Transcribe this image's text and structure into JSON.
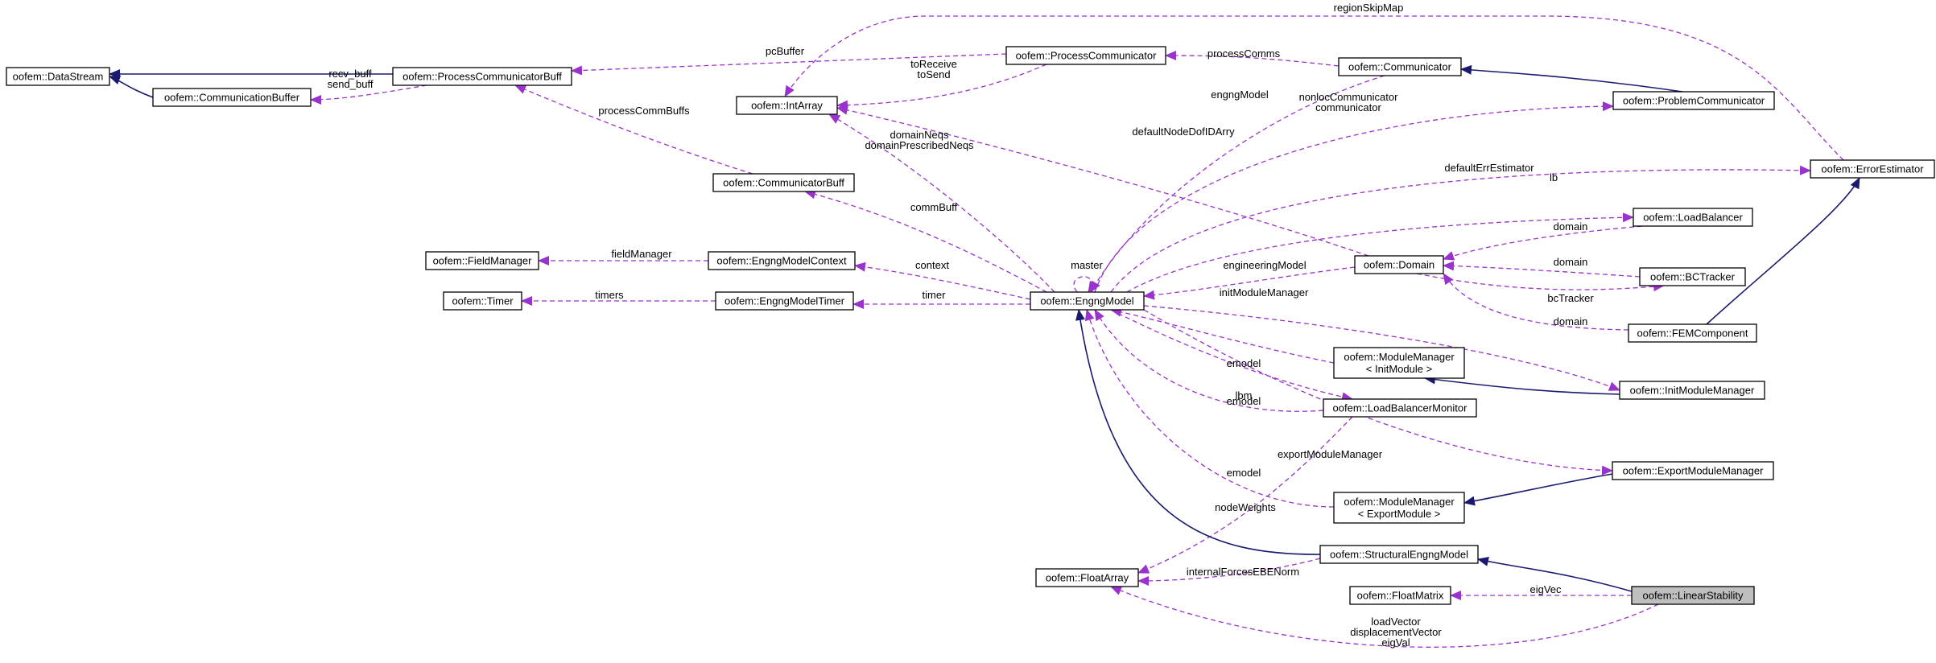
{
  "colors": {
    "inheritance_edge": "#191970",
    "association_edge": "#9a32cd",
    "highlight_fill": "#bfbfbf",
    "node_border": "#000000"
  },
  "nodes": [
    {
      "id": "DataStream",
      "lines": [
        "oofem::DataStream"
      ]
    },
    {
      "id": "CommunicationBuffer",
      "lines": [
        "oofem::CommunicationBuffer"
      ]
    },
    {
      "id": "ProcessCommunicatorBuff",
      "lines": [
        "oofem::ProcessCommunicatorBuff"
      ]
    },
    {
      "id": "IntArray",
      "lines": [
        "oofem::IntArray"
      ]
    },
    {
      "id": "ProcessCommunicator",
      "lines": [
        "oofem::ProcessCommunicator"
      ]
    },
    {
      "id": "Communicator",
      "lines": [
        "oofem::Communicator"
      ]
    },
    {
      "id": "ProblemCommunicator",
      "lines": [
        "oofem::ProblemCommunicator"
      ]
    },
    {
      "id": "ErrorEstimator",
      "lines": [
        "oofem::ErrorEstimator"
      ]
    },
    {
      "id": "CommunicatorBuff",
      "lines": [
        "oofem::CommunicatorBuff"
      ]
    },
    {
      "id": "FieldManager",
      "lines": [
        "oofem::FieldManager"
      ]
    },
    {
      "id": "EngngModelContext",
      "lines": [
        "oofem::EngngModelContext"
      ]
    },
    {
      "id": "Timer",
      "lines": [
        "oofem::Timer"
      ]
    },
    {
      "id": "EngngModelTimer",
      "lines": [
        "oofem::EngngModelTimer"
      ]
    },
    {
      "id": "EngngModel",
      "lines": [
        "oofem::EngngModel"
      ]
    },
    {
      "id": "Domain",
      "lines": [
        "oofem::Domain"
      ]
    },
    {
      "id": "LoadBalancer",
      "lines": [
        "oofem::LoadBalancer"
      ]
    },
    {
      "id": "BCTracker",
      "lines": [
        "oofem::BCTracker"
      ]
    },
    {
      "id": "FEMComponent",
      "lines": [
        "oofem::FEMComponent"
      ]
    },
    {
      "id": "ModuleManagerInit",
      "lines": [
        "oofem::ModuleManager",
        "< InitModule >"
      ]
    },
    {
      "id": "InitModuleManager",
      "lines": [
        "oofem::InitModuleManager"
      ]
    },
    {
      "id": "LoadBalancerMonitor",
      "lines": [
        "oofem::LoadBalancerMonitor"
      ]
    },
    {
      "id": "ExportModuleManager",
      "lines": [
        "oofem::ExportModuleManager"
      ]
    },
    {
      "id": "ModuleManagerExport",
      "lines": [
        "oofem::ModuleManager",
        "< ExportModule >"
      ]
    },
    {
      "id": "StructuralEngngModel",
      "lines": [
        "oofem::StructuralEngngModel"
      ]
    },
    {
      "id": "FloatArray",
      "lines": [
        "oofem::FloatArray"
      ]
    },
    {
      "id": "FloatMatrix",
      "lines": [
        "oofem::FloatMatrix"
      ]
    },
    {
      "id": "LinearStability",
      "lines": [
        "oofem::LinearStability"
      ],
      "highlight": true
    }
  ],
  "edges": [
    {
      "from": "CommunicationBuffer",
      "to": "DataStream",
      "kind": "inheritance",
      "labels": []
    },
    {
      "from": "ProcessCommunicatorBuff",
      "to": "DataStream",
      "kind": "inheritance",
      "labels": []
    },
    {
      "from": "ProcessCommunicatorBuff",
      "to": "CommunicationBuffer",
      "kind": "association",
      "labels": [
        "recv_buff",
        "send_buff"
      ]
    },
    {
      "from": "ProcessCommunicator",
      "to": "ProcessCommunicatorBuff",
      "kind": "association",
      "labels": [
        "pcBuffer"
      ]
    },
    {
      "from": "ProcessCommunicator",
      "to": "IntArray",
      "kind": "association",
      "labels": [
        "toReceive",
        "toSend"
      ]
    },
    {
      "from": "ErrorEstimator",
      "to": "IntArray",
      "kind": "association",
      "labels": [
        "regionSkipMap"
      ]
    },
    {
      "from": "Communicator",
      "to": "ProcessCommunicator",
      "kind": "association",
      "labels": [
        "processComms"
      ]
    },
    {
      "from": "ProblemCommunicator",
      "to": "Communicator",
      "kind": "inheritance",
      "labels": []
    },
    {
      "from": "CommunicatorBuff",
      "to": "ProcessCommunicatorBuff",
      "kind": "association",
      "labels": [
        "processCommBuffs"
      ]
    },
    {
      "from": "EngngModel",
      "to": "IntArray",
      "kind": "association",
      "labels": [
        "domainNeqs",
        "domainPrescribedNeqs"
      ]
    },
    {
      "from": "Domain",
      "to": "IntArray",
      "kind": "association",
      "labels": [
        "defaultNodeDofIDArry"
      ]
    },
    {
      "from": "Communicator",
      "to": "EngngModel",
      "kind": "association",
      "labels": [
        "engngModel"
      ]
    },
    {
      "from": "EngngModel",
      "to": "ProblemCommunicator",
      "kind": "association",
      "labels": [
        "nonlocCommunicator",
        "communicator"
      ]
    },
    {
      "from": "EngngModel",
      "to": "ErrorEstimator",
      "kind": "association",
      "labels": [
        "defaultErrEstimator"
      ]
    },
    {
      "from": "EngngModel",
      "to": "CommunicatorBuff",
      "kind": "association",
      "labels": [
        "commBuff"
      ]
    },
    {
      "from": "EngngModelContext",
      "to": "FieldManager",
      "kind": "association",
      "labels": [
        "fieldManager"
      ]
    },
    {
      "from": "EngngModel",
      "to": "EngngModelContext",
      "kind": "association",
      "labels": [
        "context"
      ]
    },
    {
      "from": "EngngModelTimer",
      "to": "Timer",
      "kind": "association",
      "labels": [
        "timers"
      ]
    },
    {
      "from": "EngngModel",
      "to": "EngngModelTimer",
      "kind": "association",
      "labels": [
        "timer"
      ]
    },
    {
      "from": "EngngModel",
      "to": "EngngModel",
      "kind": "association",
      "labels": [
        "master"
      ]
    },
    {
      "from": "EngngModel",
      "to": "LoadBalancer",
      "kind": "association",
      "labels": [
        "lb"
      ]
    },
    {
      "from": "Domain",
      "to": "EngngModel",
      "kind": "association",
      "labels": [
        "engineeringModel"
      ]
    },
    {
      "from": "LoadBalancer",
      "to": "Domain",
      "kind": "association",
      "labels": [
        "domain"
      ]
    },
    {
      "from": "BCTracker",
      "to": "Domain",
      "kind": "association",
      "labels": [
        "domain"
      ]
    },
    {
      "from": "Domain",
      "to": "BCTracker",
      "kind": "association",
      "labels": [
        "bcTracker"
      ]
    },
    {
      "from": "FEMComponent",
      "to": "Domain",
      "kind": "association",
      "labels": [
        "domain"
      ]
    },
    {
      "from": "FEMComponent",
      "to": "ErrorEstimator",
      "kind": "inheritance",
      "labels": []
    },
    {
      "from": "EngngModel",
      "to": "InitModuleManager",
      "kind": "association",
      "labels": [
        "initModuleManager"
      ]
    },
    {
      "from": "ModuleManagerInit",
      "to": "EngngModel",
      "kind": "association",
      "labels": [
        "emodel"
      ]
    },
    {
      "from": "InitModuleManager",
      "to": "ModuleManagerInit",
      "kind": "inheritance",
      "labels": []
    },
    {
      "from": "EngngModel",
      "to": "LoadBalancerMonitor",
      "kind": "association",
      "labels": [
        "lbm"
      ]
    },
    {
      "from": "LoadBalancerMonitor",
      "to": "EngngModel",
      "kind": "association",
      "labels": [
        "emodel"
      ]
    },
    {
      "from": "EngngModel",
      "to": "ExportModuleManager",
      "kind": "association",
      "labels": [
        "exportModuleManager"
      ]
    },
    {
      "from": "ModuleManagerExport",
      "to": "EngngModel",
      "kind": "association",
      "labels": [
        "emodel"
      ]
    },
    {
      "from": "ExportModuleManager",
      "to": "ModuleManagerExport",
      "kind": "inheritance",
      "labels": []
    },
    {
      "from": "LoadBalancerMonitor",
      "to": "FloatArray",
      "kind": "association",
      "labels": [
        "nodeWeights"
      ]
    },
    {
      "from": "StructuralEngngModel",
      "to": "EngngModel",
      "kind": "inheritance",
      "labels": []
    },
    {
      "from": "StructuralEngngModel",
      "to": "FloatArray",
      "kind": "association",
      "labels": [
        "internalForcesEBENorm"
      ]
    },
    {
      "from": "LinearStability",
      "to": "StructuralEngngModel",
      "kind": "inheritance",
      "labels": []
    },
    {
      "from": "LinearStability",
      "to": "FloatMatrix",
      "kind": "association",
      "labels": [
        "eigVec"
      ]
    },
    {
      "from": "LinearStability",
      "to": "FloatArray",
      "kind": "association",
      "labels": [
        "loadVector",
        "displacementVector",
        "eigVal"
      ]
    }
  ]
}
